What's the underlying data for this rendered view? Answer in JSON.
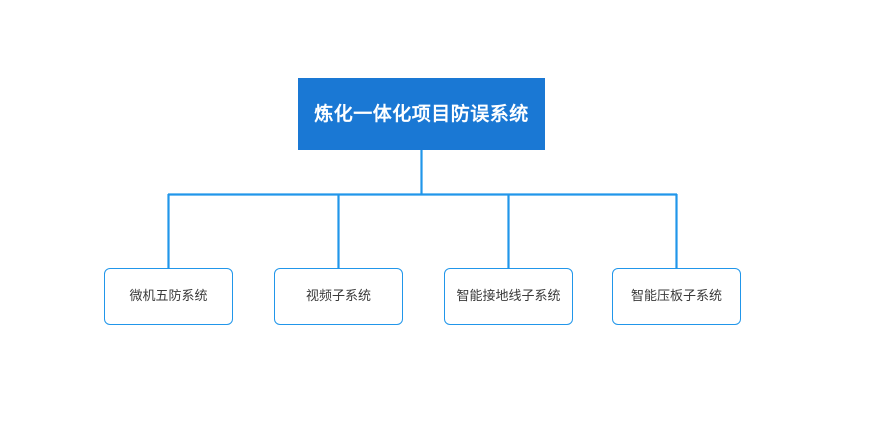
{
  "diagram": {
    "type": "organization-chart",
    "orientation": "top-down",
    "background_color": "#ffffff",
    "connector_color": "#2196ea",
    "root": {
      "label": "炼化一体化项目防误系统",
      "fill_color": "#1a78d4",
      "text_color": "#ffffff"
    },
    "children": [
      {
        "label": "微机五防系统",
        "fill_color": "#ffffff",
        "border_color": "#2196ea",
        "text_color": "#3a3a3a"
      },
      {
        "label": "视频子系统",
        "fill_color": "#ffffff",
        "border_color": "#2196ea",
        "text_color": "#3a3a3a"
      },
      {
        "label": "智能接地线子系统",
        "fill_color": "#ffffff",
        "border_color": "#2196ea",
        "text_color": "#3a3a3a"
      },
      {
        "label": "智能压板子系统",
        "fill_color": "#ffffff",
        "border_color": "#2196ea",
        "text_color": "#3a3a3a"
      }
    ]
  }
}
